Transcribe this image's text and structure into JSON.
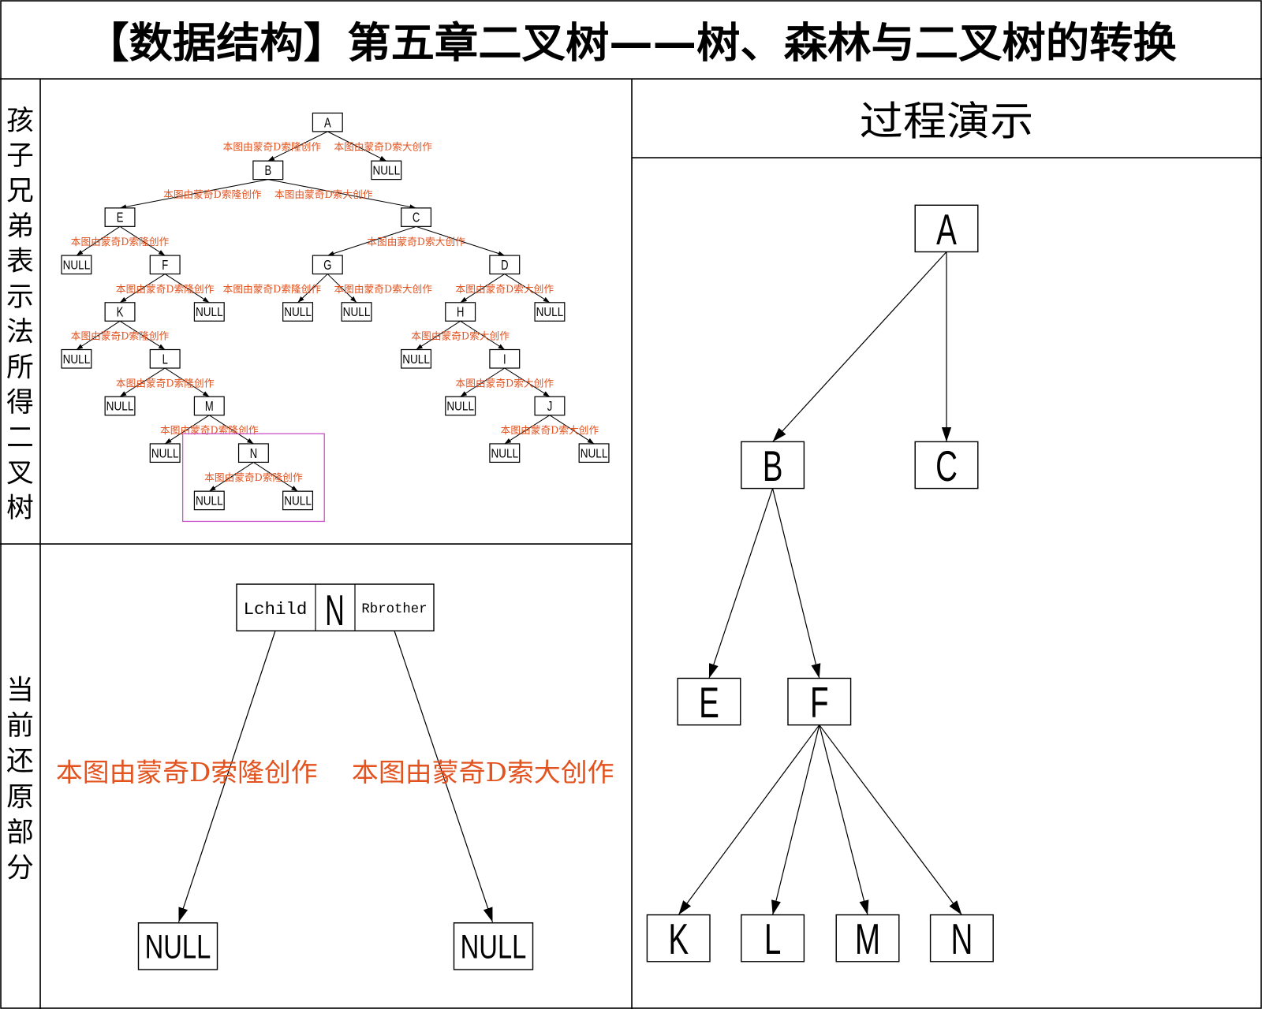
{
  "title": "【数据结构】第五章二叉树——树、森林与二叉树的转换",
  "colors": {
    "line": "#000000",
    "label": "#E2531F",
    "highlight": "#CC55CC"
  },
  "binary_tree_panel": {
    "side_label": "孩子兄弟表示法所得二叉树",
    "tree": {
      "label": "A",
      "left_label": "本图由蒙奇D索隆创作",
      "right_label": "本图由蒙奇D索大创作",
      "left": {
        "label": "B",
        "left_label": "本图由蒙奇D索隆创作",
        "right_label": "本图由蒙奇D索大创作",
        "left": {
          "label": "E",
          "left_label": "本图由蒙奇D索隆创作",
          "left": {
            "label": "NULL"
          },
          "right": {
            "label": "F",
            "left_label": "本图由蒙奇D索隆创作",
            "left": {
              "label": "K",
              "left_label": "本图由蒙奇D索隆创作",
              "left": {
                "label": "NULL"
              },
              "right": {
                "label": "L",
                "left_label": "本图由蒙奇D索隆创作",
                "left": {
                  "label": "NULL"
                },
                "right": {
                  "label": "M",
                  "left_label": "本图由蒙奇D索隆创作",
                  "left": {
                    "label": "NULL"
                  },
                  "right": {
                    "label": "N",
                    "left_label": "本图由蒙奇D索隆创作",
                    "left": {
                      "label": "NULL"
                    },
                    "right": {
                      "label": "NULL"
                    }
                  }
                }
              }
            },
            "right": {
              "label": "NULL"
            }
          }
        },
        "right": {
          "label": "C",
          "right_label": "本图由蒙奇D索大创作",
          "left": {
            "label": "G",
            "left_label": "本图由蒙奇D索隆创作",
            "right_label": "本图由蒙奇D索大创作",
            "left": {
              "label": "NULL"
            },
            "right": {
              "label": "NULL"
            }
          },
          "right": {
            "label": "D",
            "right_label": "本图由蒙奇D索大创作",
            "left": {
              "label": "H",
              "right_label": "本图由蒙奇D索大创作",
              "left": {
                "label": "NULL"
              },
              "right": {
                "label": "I",
                "right_label": "本图由蒙奇D索大创作",
                "left": {
                  "label": "NULL"
                },
                "right": {
                  "label": "J",
                  "right_label": "本图由蒙奇D索大创作",
                  "left": {
                    "label": "NULL"
                  },
                  "right": {
                    "label": "NULL"
                  }
                }
              }
            },
            "right": {
              "label": "NULL"
            }
          }
        }
      },
      "right": {
        "label": "NULL"
      }
    }
  },
  "current_panel": {
    "side_label": "当前还原部分",
    "node": {
      "lchild": "Lchild",
      "data": "N",
      "rbrother": "Rbrother"
    },
    "left_child": "NULL",
    "right_brother": "NULL",
    "left_edge_label": "本图由蒙奇D索隆创作",
    "right_edge_label": "本图由蒙奇D索大创作"
  },
  "process_panel": {
    "header": "过程演示",
    "tree": {
      "label": "A",
      "children": [
        {
          "label": "B",
          "children": [
            {
              "label": "E"
            },
            {
              "label": "F",
              "children": [
                {
                  "label": "K"
                },
                {
                  "label": "L"
                },
                {
                  "label": "M"
                },
                {
                  "label": "N"
                }
              ]
            }
          ]
        },
        {
          "label": "C"
        }
      ]
    }
  }
}
